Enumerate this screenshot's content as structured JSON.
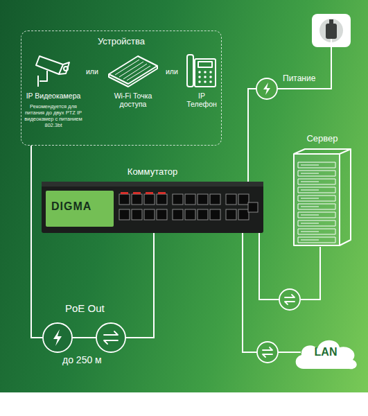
{
  "diagram": {
    "nodes": [
      {
        "text": [
          "Устройства"
        ]
      },
      {
        "text": [
          "IP Видеокамера",
          "Рекомендуется для питания до двух PTZ IP видеокамер с питанием 802.3bt"
        ],
        "in": 0
      },
      {
        "text": [
          "Wi-Fi Точка доступа"
        ],
        "in": 0
      },
      {
        "text": [
          "IP Телефон"
        ],
        "in": 0
      },
      {
        "text": [
          "Питание"
        ]
      },
      {
        "text": [
          "Сервер"
        ]
      },
      {
        "text": [
          "Коммутатор",
          "DIGMA"
        ]
      },
      {
        "text": [
          "LAN"
        ]
      }
    ],
    "edges": [
      {
        "from": 6,
        "to": 0,
        "label": "PoE Out",
        "arrow": "none"
      },
      {
        "from": 6,
        "to": 4,
        "arrow": "none"
      },
      {
        "from": 6,
        "to": 5,
        "arrow": "none"
      },
      {
        "from": 6,
        "to": 7,
        "arrow": "none"
      }
    ],
    "labels": [
      "или",
      "или",
      "до 250 м"
    ]
  }
}
